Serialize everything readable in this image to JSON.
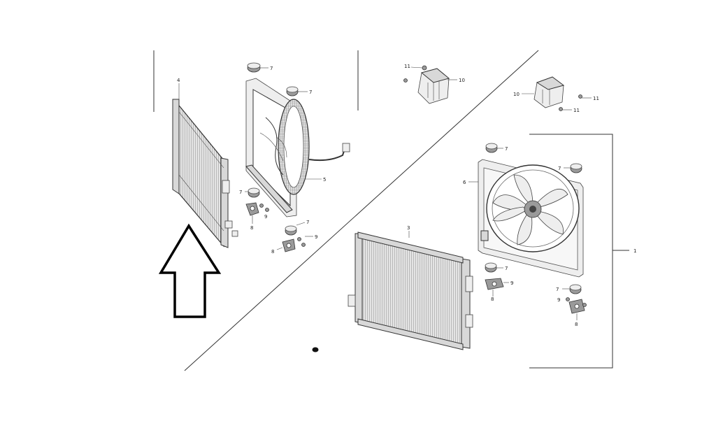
{
  "callouts": {
    "c1": "1",
    "c3": "3",
    "c4": "4",
    "c5": "5",
    "c6": "6",
    "c7": "7",
    "c8": "8",
    "c9": "9",
    "c10": "10",
    "c11": "11"
  },
  "colors": {
    "line": "#333333",
    "part": "#d8d8d8",
    "background": "#ffffff"
  }
}
